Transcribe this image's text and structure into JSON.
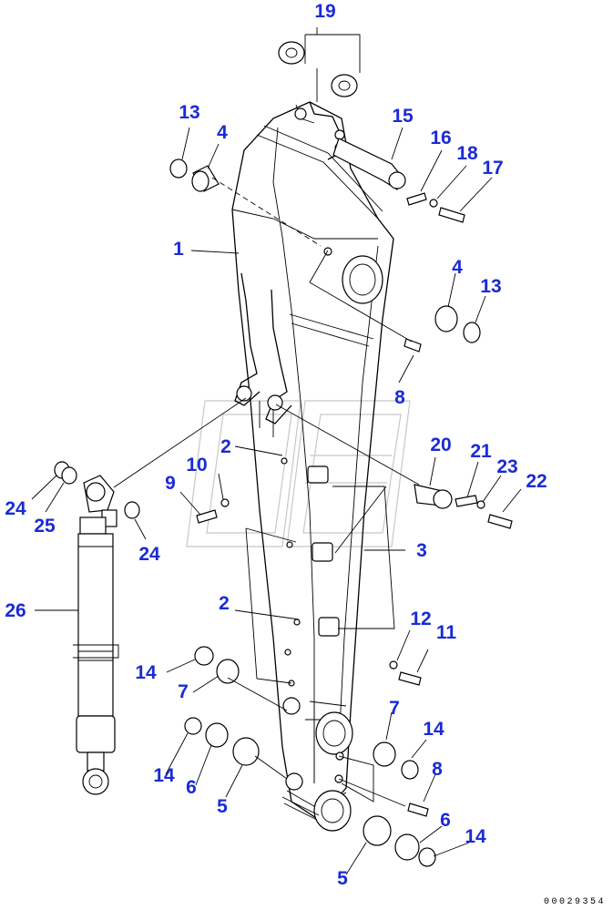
{
  "labels": {
    "p19": "19",
    "p13a": "13",
    "p4a": "4",
    "p15": "15",
    "p16": "16",
    "p18": "18",
    "p17": "17",
    "p1": "1",
    "p4b": "4",
    "p13b": "13",
    "p8a": "8",
    "p2a": "2",
    "p10": "10",
    "p9": "9",
    "p20": "20",
    "p21": "21",
    "p23": "23",
    "p22": "22",
    "p3": "3",
    "p24a": "24",
    "p25": "25",
    "p24b": "24",
    "p26": "26",
    "p2b": "2",
    "p12": "12",
    "p11": "11",
    "p14a": "14",
    "p7a": "7",
    "p7b": "7",
    "p14b": "14",
    "p8b": "8",
    "p14c": "14",
    "p6a": "6",
    "p5a": "5",
    "p6b": "6",
    "p14d": "14",
    "p5b": "5"
  },
  "drawing_code": "00029354",
  "colors": {
    "label": "#1a2bd6",
    "line": "#000000",
    "watermark": "#c8c8c8"
  }
}
